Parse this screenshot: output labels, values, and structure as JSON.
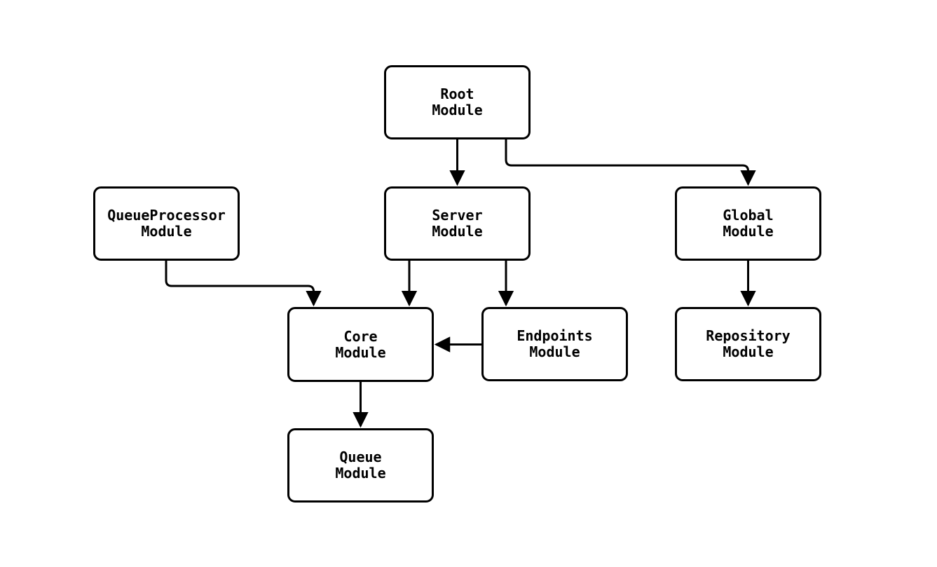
{
  "diagram": {
    "type": "module-dependency-flowchart",
    "background_color": "#ffffff",
    "node_fill_color": "#ffffff",
    "stroke_color": "#000000",
    "text_color": "#000000",
    "nodes": [
      {
        "id": "root",
        "line1": "Root",
        "line2": "Module"
      },
      {
        "id": "queueprocessor",
        "line1": "QueueProcessor",
        "line2": "Module"
      },
      {
        "id": "server",
        "line1": "Server",
        "line2": "Module"
      },
      {
        "id": "global",
        "line1": "Global",
        "line2": "Module"
      },
      {
        "id": "core",
        "line1": "Core",
        "line2": "Module"
      },
      {
        "id": "endpoints",
        "line1": "Endpoints",
        "line2": "Module"
      },
      {
        "id": "repository",
        "line1": "Repository",
        "line2": "Module"
      },
      {
        "id": "queue",
        "line1": "Queue",
        "line2": "Module"
      }
    ],
    "edges": [
      {
        "from": "root",
        "to": "server"
      },
      {
        "from": "root",
        "to": "global"
      },
      {
        "from": "queueprocessor",
        "to": "core"
      },
      {
        "from": "server",
        "to": "core"
      },
      {
        "from": "server",
        "to": "endpoints"
      },
      {
        "from": "endpoints",
        "to": "core"
      },
      {
        "from": "core",
        "to": "queue"
      },
      {
        "from": "global",
        "to": "repository"
      }
    ]
  }
}
